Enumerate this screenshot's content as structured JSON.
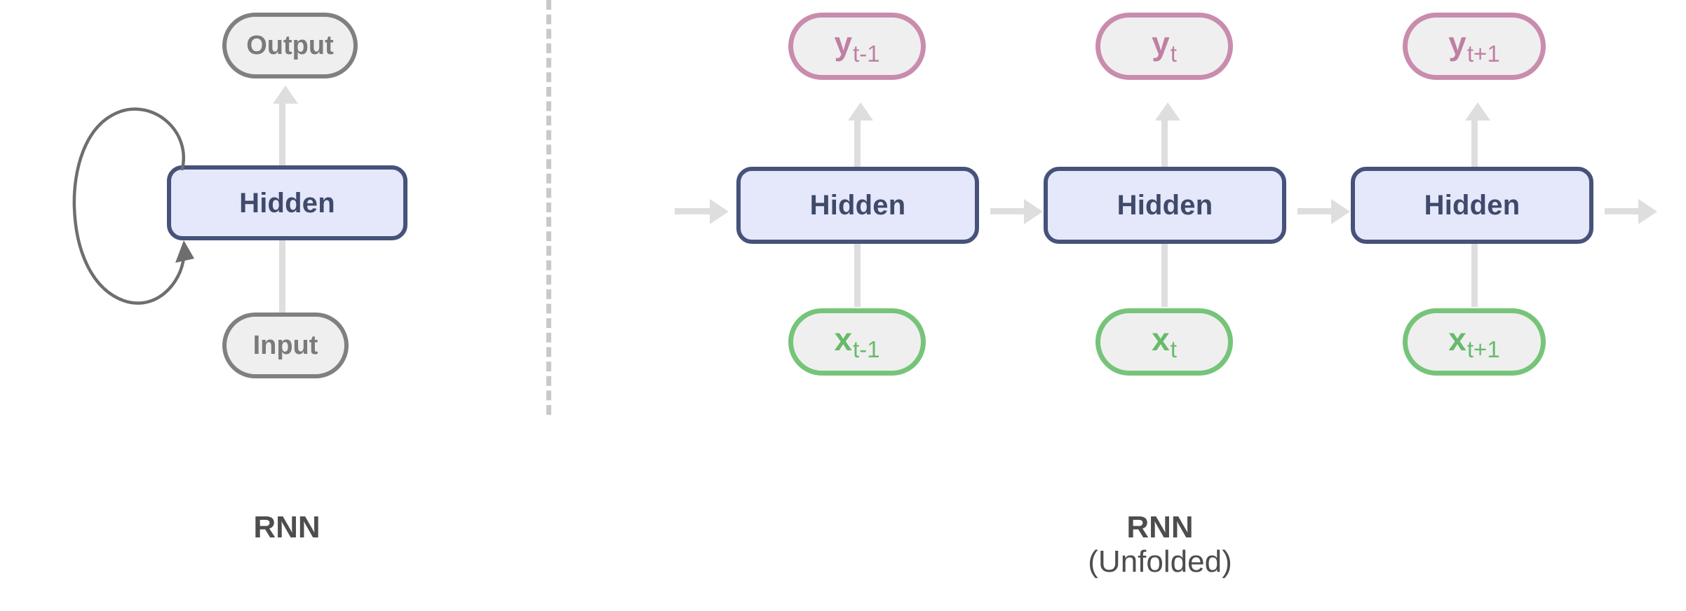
{
  "diagram": {
    "title_left": "RNN",
    "title_right_main": "RNN",
    "title_right_sub": "(Unfolded)",
    "colors": {
      "hidden_fill": "#e4e8fa",
      "hidden_border": "#46527a",
      "hidden_text": "#3f4a6b",
      "pill_fill": "#efefef",
      "gray_border": "#808080",
      "gray_text": "#7a7a7a",
      "pink_border": "#c98cad",
      "pink_text": "#bf7fa3",
      "green_border": "#76c47a",
      "green_text": "#66bb6a",
      "arrow": "#dededf",
      "loop": "#6e6e6e",
      "divider": "#c9c9c9",
      "caption_text": "#4d4d4d",
      "background": "#ffffff"
    }
  },
  "left_panel": {
    "output_node": {
      "label": "Output"
    },
    "hidden_node": {
      "label": "Hidden"
    },
    "input_node": {
      "label": "Input"
    },
    "self_loop": {
      "label": "recurrent-self-loop"
    }
  },
  "right_panel": {
    "steps": [
      {
        "output": {
          "base": "y",
          "sub": "t-1"
        },
        "hidden": {
          "label": "Hidden"
        },
        "input": {
          "base": "x",
          "sub": "t-1"
        }
      },
      {
        "output": {
          "base": "y",
          "sub": "t"
        },
        "hidden": {
          "label": "Hidden"
        },
        "input": {
          "base": "x",
          "sub": "t"
        }
      },
      {
        "output": {
          "base": "y",
          "sub": "t+1"
        },
        "hidden": {
          "label": "Hidden"
        },
        "input": {
          "base": "x",
          "sub": "t+1"
        }
      }
    ]
  }
}
